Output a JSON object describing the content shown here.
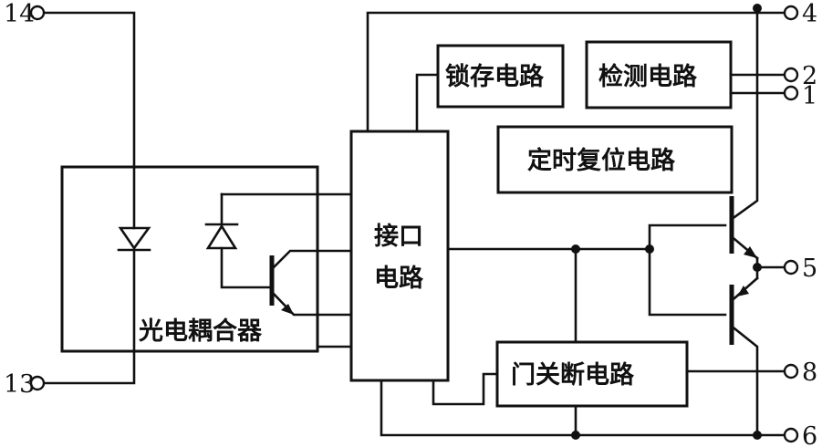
{
  "blocks": {
    "optocoupler": "光电耦合器",
    "latch": "锁存电路",
    "detect": "检测电路",
    "timer_reset": "定时复位电路",
    "interface_line1": "接口",
    "interface_line2": "电路",
    "gate_shutdown": "门关断电路"
  },
  "pins": {
    "p14": "14",
    "p13": "13",
    "p4": "4",
    "p2": "2",
    "p1": "1",
    "p5": "5",
    "p8": "8",
    "p6": "6"
  }
}
